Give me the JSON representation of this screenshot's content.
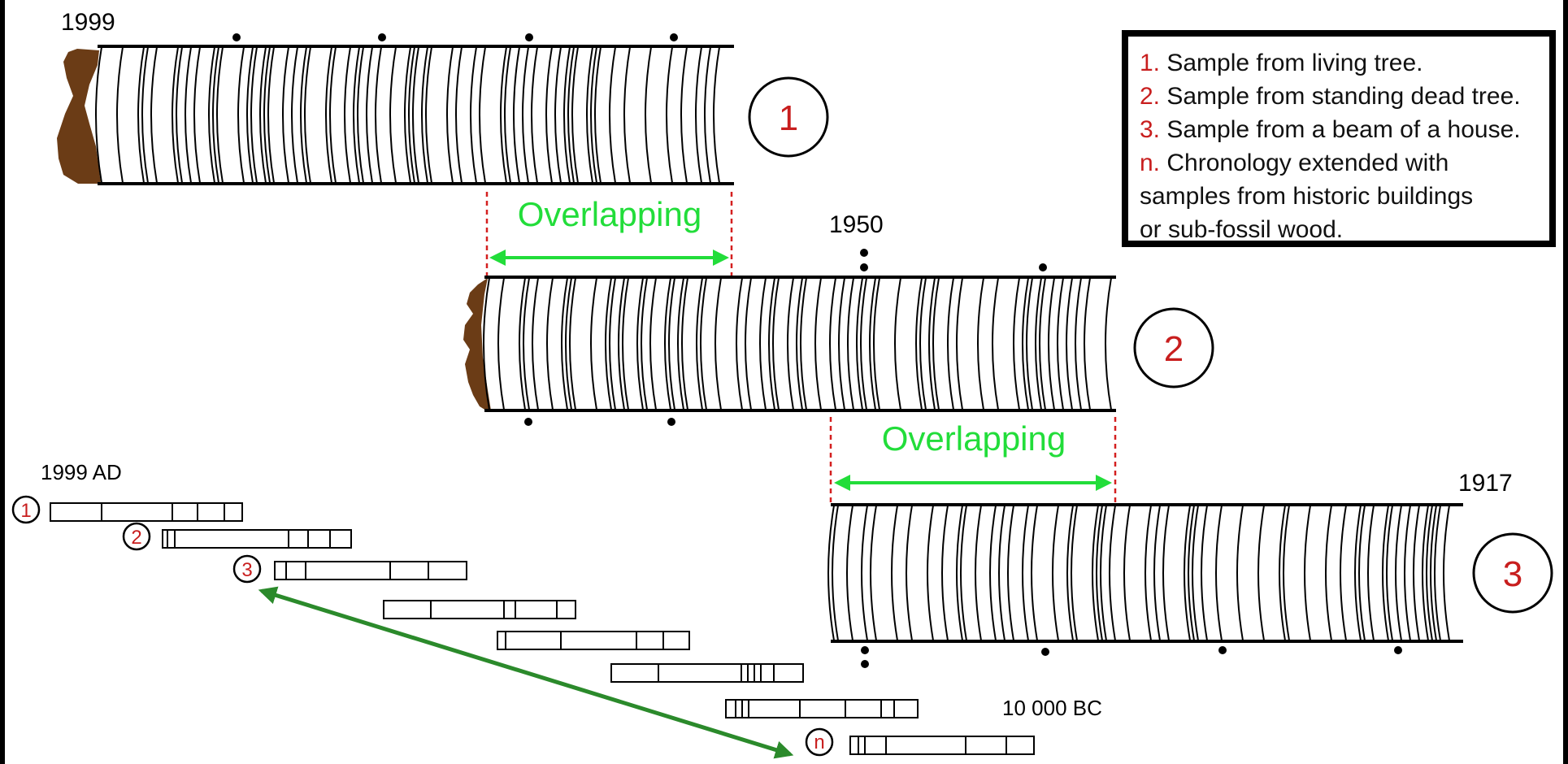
{
  "samples": [
    {
      "id": "1",
      "year_label": "1999"
    },
    {
      "id": "2",
      "year_label": "1950"
    },
    {
      "id": "3",
      "year_label": "1917"
    }
  ],
  "overlap_label": "Overlapping",
  "chronology": {
    "start_label": "1999 AD",
    "end_label": "10 000 BC",
    "markers": [
      "1",
      "2",
      "3",
      "n"
    ]
  },
  "legend": {
    "items": [
      {
        "num": "1.",
        "text": " Sample from living tree."
      },
      {
        "num": "2.",
        "text": " Sample from standing dead tree."
      },
      {
        "num": "3.",
        "text": " Sample from a beam of a house."
      },
      {
        "num": "n.",
        "text": " Chronology extended with"
      }
    ],
    "continuation": [
      "samples from historic buildings",
      "or sub-fossil wood."
    ]
  },
  "colors": {
    "number_red": "#c81e1e",
    "overlap_green": "#22dd3a",
    "arrow_green": "#2b8a2b",
    "bark_brown": "#6b3c16",
    "line_black": "#000000"
  }
}
